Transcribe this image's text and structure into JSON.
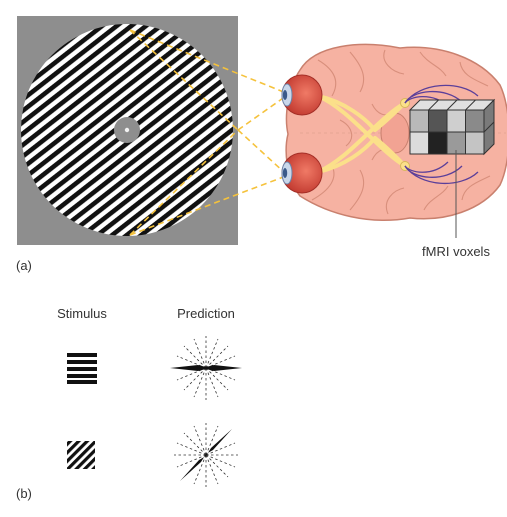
{
  "panel_a": {
    "label": "(a)",
    "voxel_label": "fMRI voxels"
  },
  "panel_b": {
    "label": "(b)",
    "stimulus_heading": "Stimulus",
    "prediction_heading": "Prediction"
  },
  "colors": {
    "background_gray": "#8e8e8e",
    "stripe_black": "#111111",
    "brain_pink": "#f6b2a2",
    "brain_outline": "#c9806e",
    "optic_nerve_yellow": "#fbe08a",
    "dashed_yellow": "#f5c23c",
    "field_lines_purple": "#5b3f9a",
    "eyeball_red": "#d9463a"
  }
}
